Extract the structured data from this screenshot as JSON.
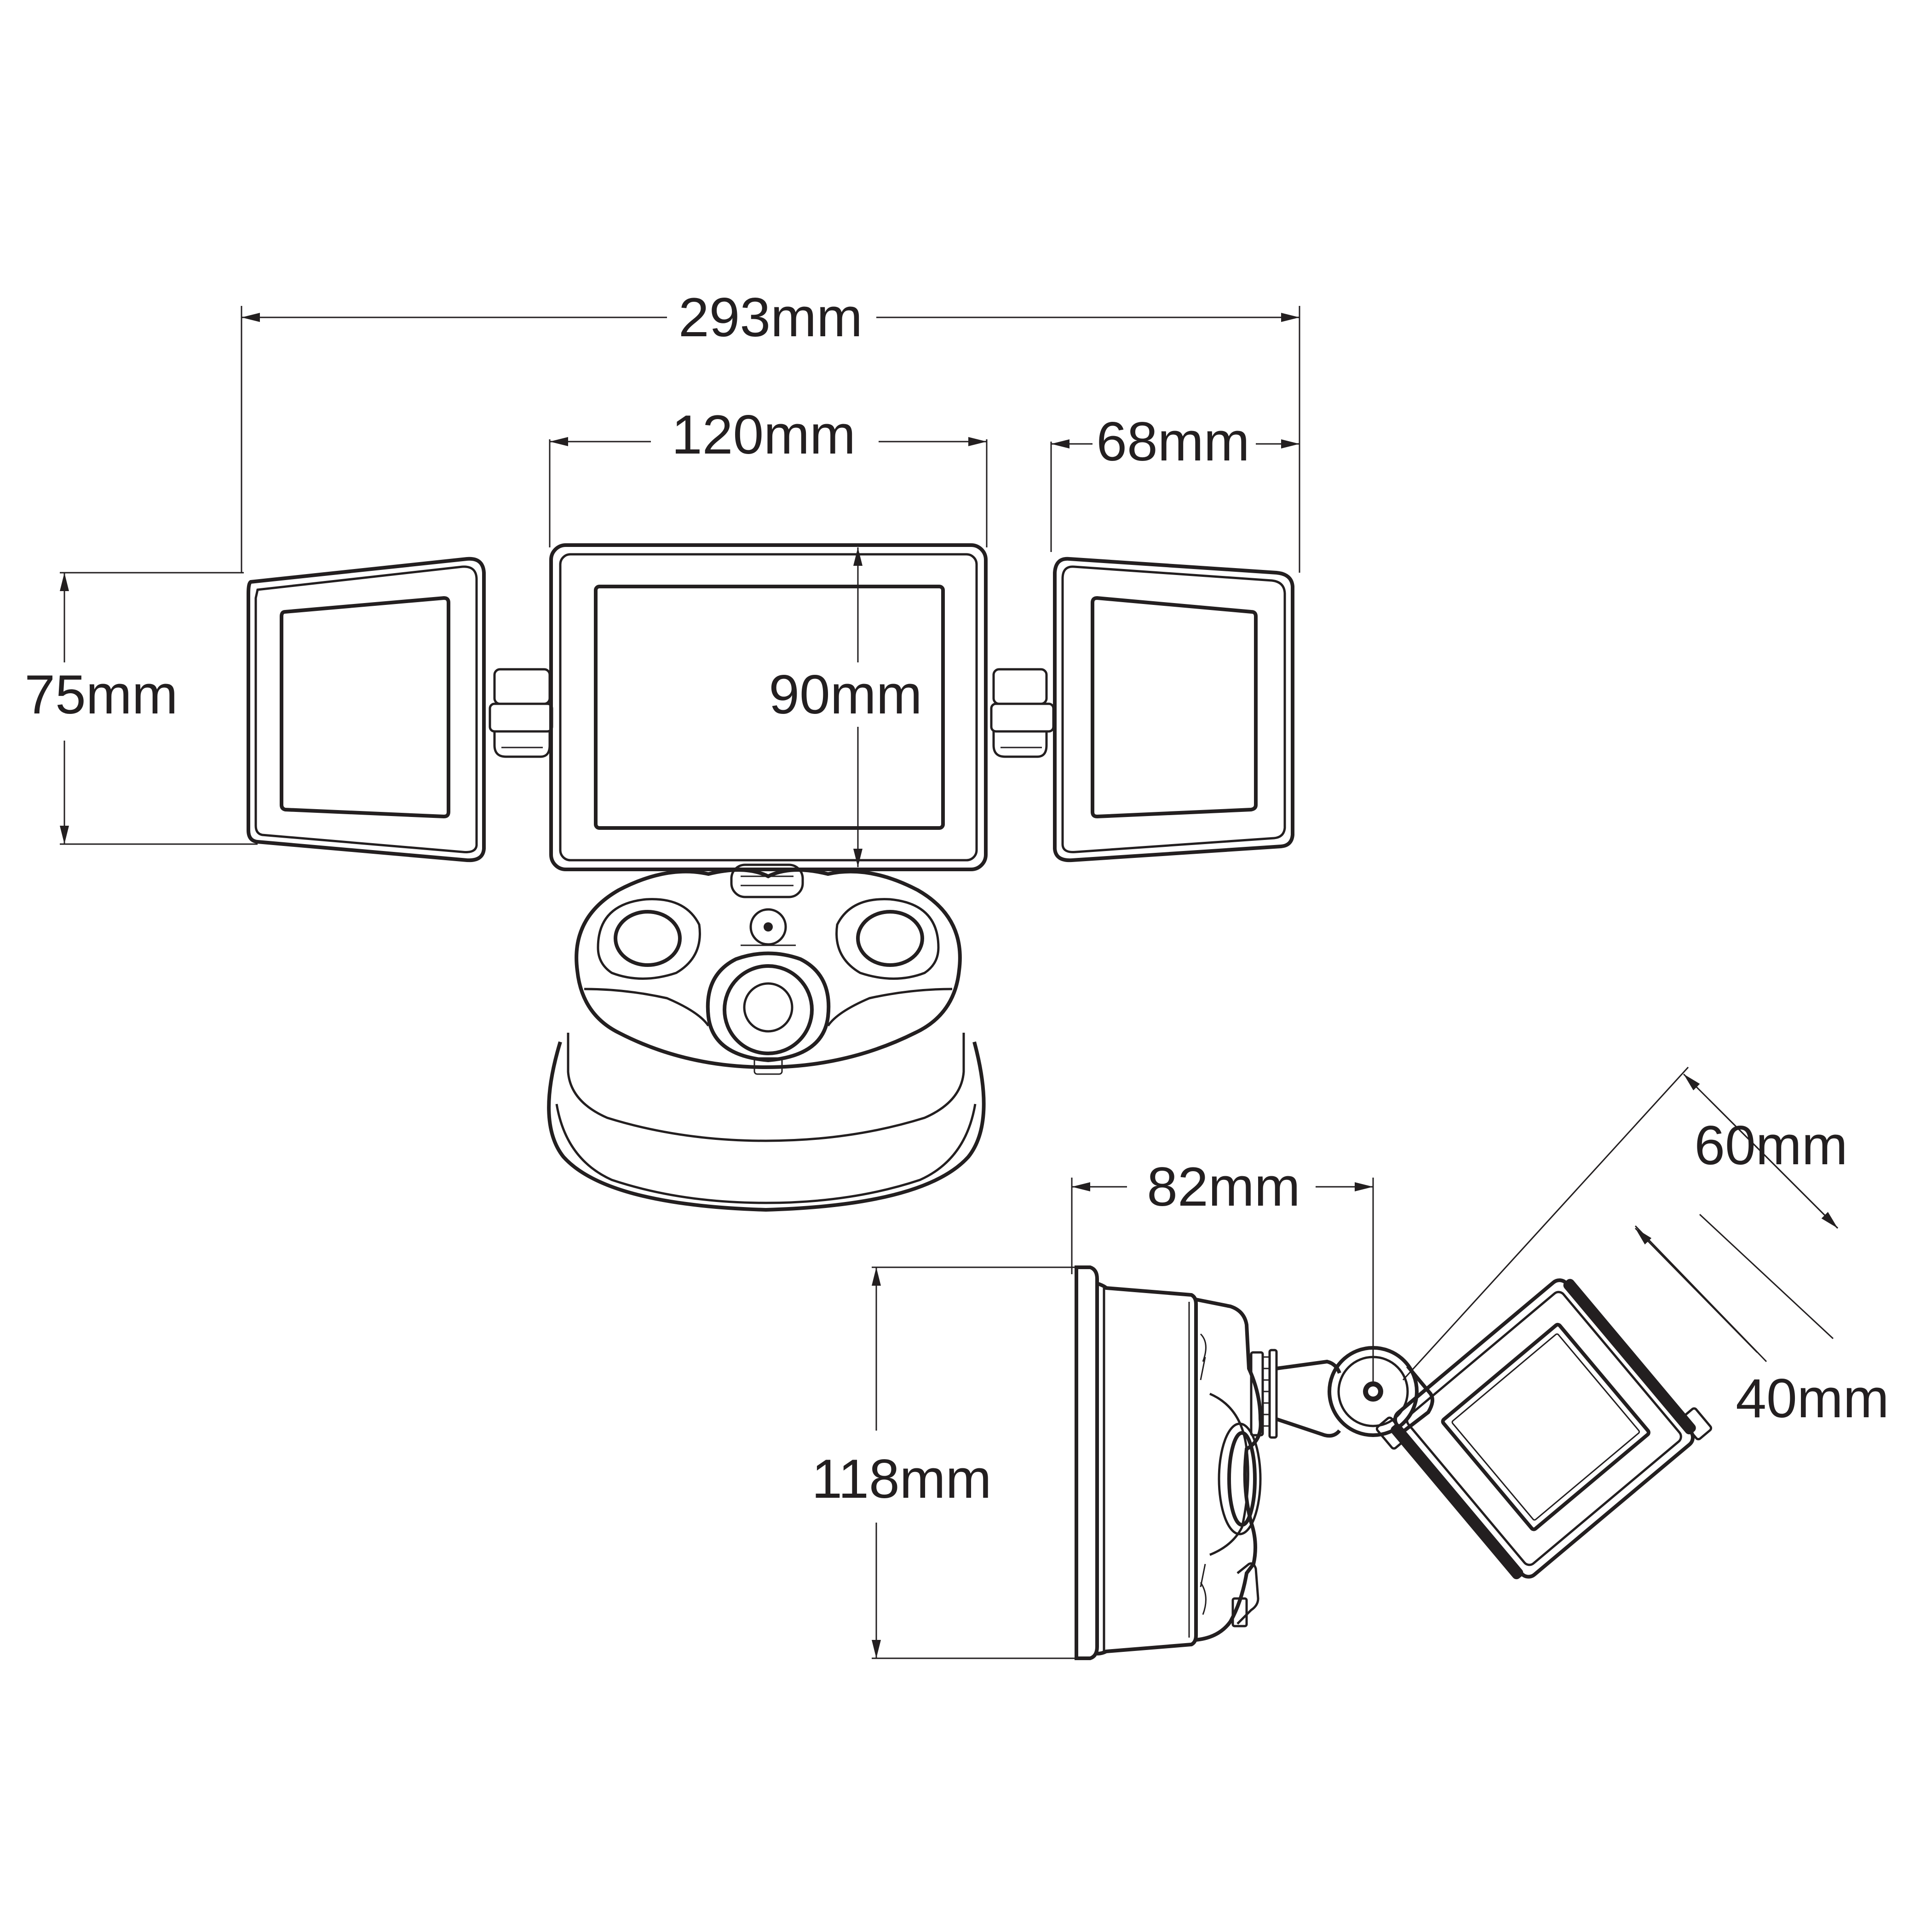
{
  "diagram": {
    "front_view": {
      "overall_width": "293mm",
      "center_head_width": "120mm",
      "side_head_width": "68mm",
      "side_head_height": "75mm",
      "center_head_height": "90mm"
    },
    "side_view": {
      "base_depth": "82mm",
      "base_height": "118mm",
      "head_height": "60mm",
      "head_depth": "40mm"
    }
  }
}
